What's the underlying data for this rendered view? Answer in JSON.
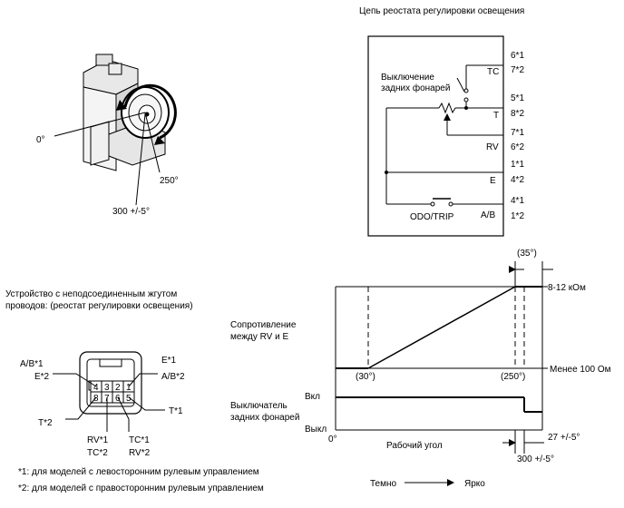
{
  "circuit": {
    "title": "Цепь реостата регулировки освещения",
    "switch_label_line1": "Выключение",
    "switch_label_line2": "задних фонарей",
    "odo_label": "ODO/TRIP",
    "terminals": [
      {
        "pins": [
          "6*1",
          "7*2"
        ],
        "name": "TC"
      },
      {
        "pins": [
          "5*1",
          "8*2"
        ],
        "name": "T"
      },
      {
        "pins": [
          "7*1",
          "6*2"
        ],
        "name": "RV"
      },
      {
        "pins": [
          "1*1",
          "4*2"
        ],
        "name": "E"
      },
      {
        "pins": [
          "4*1",
          "1*2"
        ],
        "name": "A/B"
      }
    ]
  },
  "knob": {
    "angle_zero": "0°",
    "angle_max": "250°",
    "angle_off": "300 +/-5°"
  },
  "connector": {
    "title_line1": "Устройство с неподсоединенным жгутом",
    "title_line2": "проводов: (реостат регулировки освещения)",
    "top_pins": [
      "4",
      "3",
      "2",
      "1"
    ],
    "bottom_pins": [
      "8",
      "7",
      "6",
      "5"
    ],
    "labels": {
      "ab1": "A/B*1",
      "e2": "E*2",
      "e1": "E*1",
      "ab2": "A/B*2",
      "t2": "T*2",
      "t1": "T*1",
      "rv1": "RV*1",
      "tc2": "TC*2",
      "tc1": "TC*1",
      "rv2": "RV*2"
    }
  },
  "graph": {
    "top_angle": "(35°)",
    "resistance_high": "8-12 кОм",
    "resistance_low": "Менее 100 Ом",
    "resistance_label_line1": "Сопротивление",
    "resistance_label_line2": "между RV и E",
    "angle_30": "(30°)",
    "angle_250": "(250°)",
    "switch_label_line1": "Выключатель",
    "switch_label_line2": "задних фонарей",
    "on_label": "Вкл",
    "off_label": "Выкл",
    "zero_label": "0°",
    "axis_label": "Рабочий угол",
    "angle_27": "27 +/-5°",
    "angle_300": "300 +/-5°",
    "dark": "Темно",
    "bright": "Ярко"
  },
  "notes": {
    "note1": "*1: для моделей с левосторонним рулевым управлением",
    "note2": "*2: для моделей с правосторонним рулевым управлением"
  }
}
